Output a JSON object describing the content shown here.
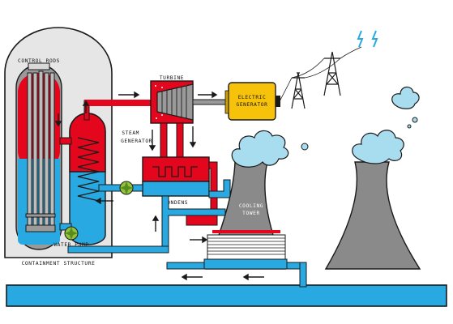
{
  "labels": {
    "control_rods": "CONTROL RODS",
    "turbine": "TURBINE",
    "electric_line1": "ELECTRIC",
    "electric_line2": "GENERATOR",
    "steam_line1": "STEAM",
    "steam_line2": "GENERATOR",
    "condens": "CONDENS",
    "cooling_line1": "COOLING",
    "cooling_line2": "TOWER",
    "water_pump": "WATER PUMP",
    "containment": "CONTAINMENT STRUCTURE"
  },
  "colors": {
    "hot": "#e3061c",
    "cold": "#29a9e1",
    "outline": "#1a1a1a",
    "containment_fill": "#e6e6e6",
    "reactor_fill": "#9a9a9a",
    "generator": "#f7c20a",
    "tower": "#8a8a8a",
    "steam": "#a8dcef",
    "pump": "#8fc43c",
    "water": "#29a9e1"
  },
  "icons": [
    "lightning-icon",
    "pump-icon",
    "flow-arrow-icon",
    "transmission-tower-icon"
  ]
}
